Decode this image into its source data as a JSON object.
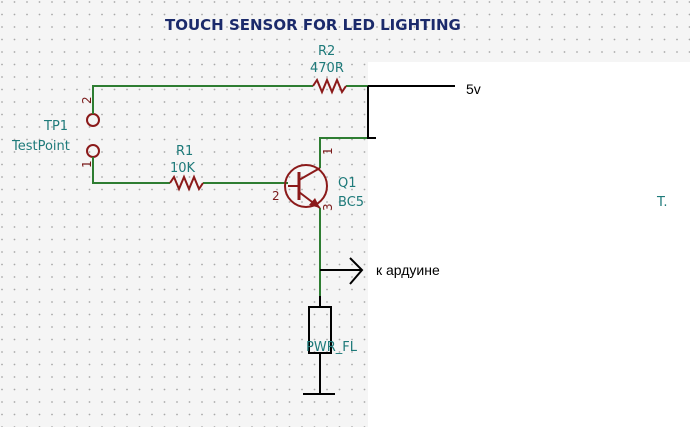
{
  "title": "TOUCH SENSOR FOR LED LIGHTING",
  "components": {
    "tp1": {
      "ref": "TP1",
      "value": "TestPoint",
      "pin_top": "2",
      "pin_bottom": "1"
    },
    "r1": {
      "ref": "R1",
      "value": "10K"
    },
    "r2": {
      "ref": "R2",
      "value": "470R"
    },
    "q1": {
      "ref": "Q1",
      "value": "BC5",
      "pin_base": "2",
      "pin_collector": "1",
      "pin_emitter": "3"
    },
    "pwr_flag": {
      "label": "PWR_FL"
    },
    "stray": {
      "text": "T."
    }
  },
  "annotations": {
    "supply": "5v",
    "output": "к ардуине"
  },
  "colors": {
    "wire": "#2e7d32",
    "body": "#8b1a1a",
    "label": "#1e7a7a",
    "title": "#1b2a6b",
    "hand": "#000000"
  }
}
